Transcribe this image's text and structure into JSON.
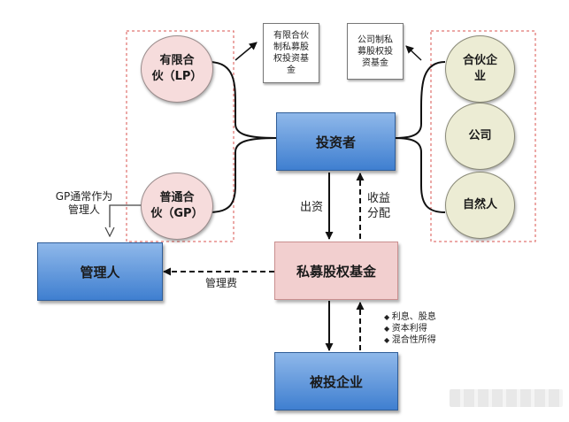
{
  "investor": "投资者",
  "fund": "私募股权基金",
  "manager": "管理人",
  "portfolio": "被投企业",
  "lp": "有限合\n伙（LP）",
  "gp": "普通合\n伙（GP）",
  "partnership": "合伙企\n业",
  "company": "公司",
  "natural_person": "自然人",
  "note_partnership_fund": "有限合伙\n制私募股\n权投资基\n金",
  "note_company_fund": "公司制私\n募股权投\n资基金",
  "gp_note": "GP通常作为\n管理人",
  "contribution": "出资",
  "profit_distribution": "收益\n分配",
  "management_fee": "管理费",
  "returns": [
    "利息、股息",
    "资本利得",
    "混合性所得"
  ]
}
